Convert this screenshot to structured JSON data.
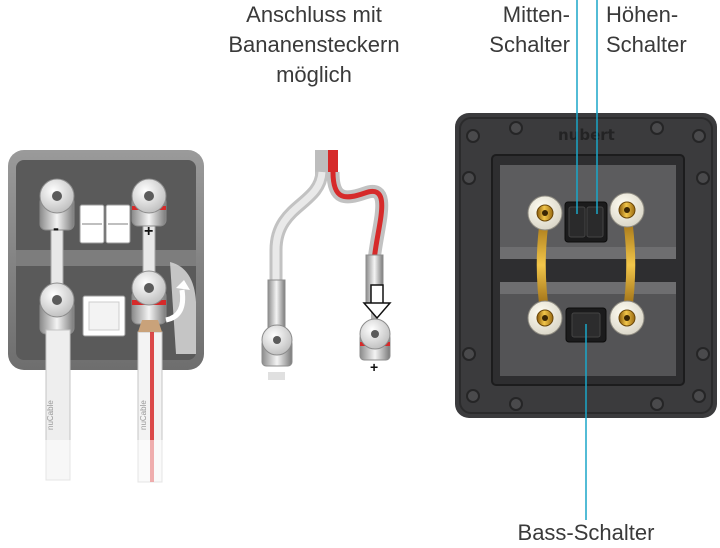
{
  "labels": {
    "banana_line1": "Anschluss mit",
    "banana_line2": "Bananensteckern",
    "banana_line3": "möglich",
    "mid_line1": "Mitten-",
    "mid_line2": "Schalter",
    "high_line1": "Höhen-",
    "high_line2": "Schalter",
    "bass": "Bass-Schalter"
  },
  "markings": {
    "minus": "-",
    "plus": "+",
    "brand": "nubert",
    "cable_print": "nuCable"
  },
  "colors": {
    "callout_line": "#1aa6c8",
    "plate_dark": "#3b3b3d",
    "red_cable": "#d62a2a",
    "gold": "#d9a520"
  }
}
